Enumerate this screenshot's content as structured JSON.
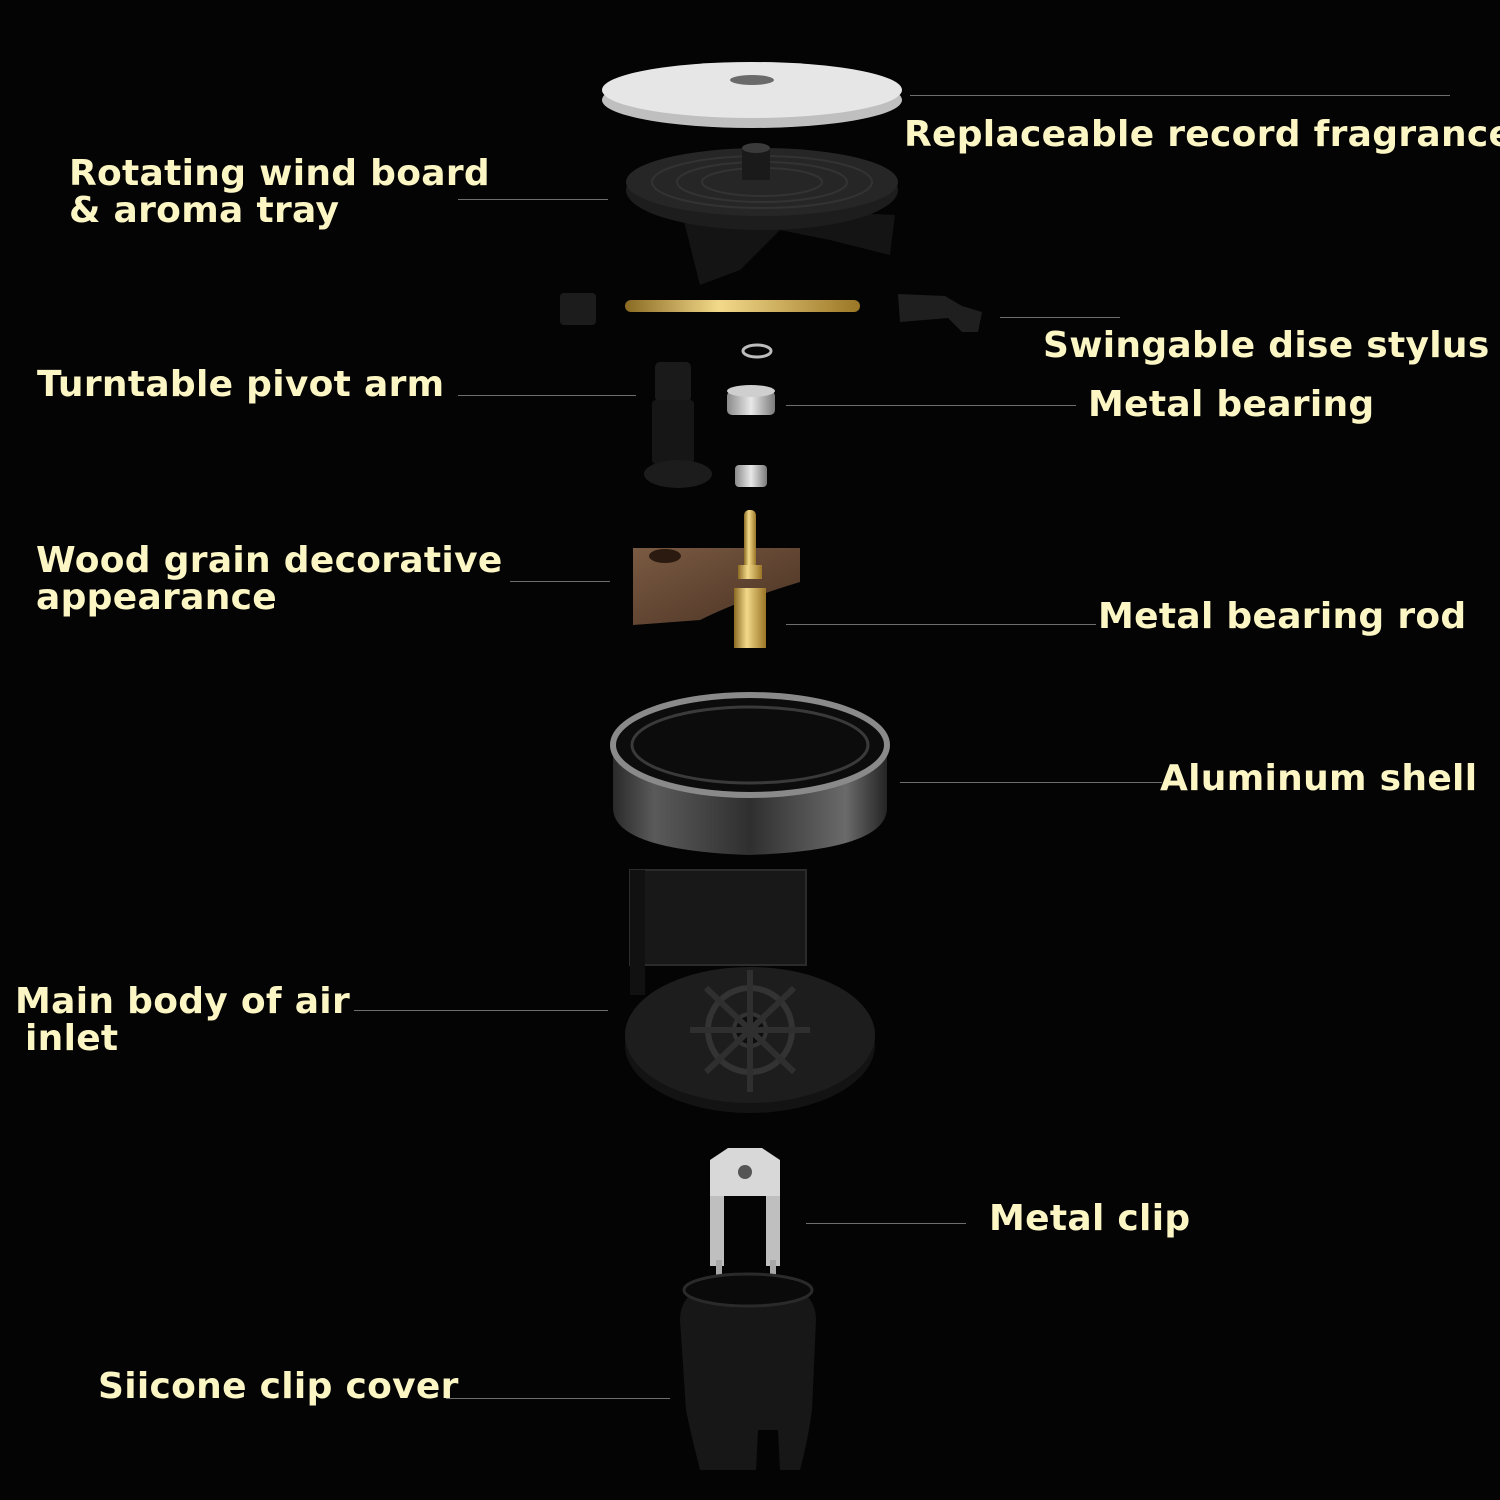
{
  "colors": {
    "background": "#040404",
    "label_text": "#fbf6c4",
    "leader_line": "#6e6e6e",
    "brass": "#c9a24a",
    "wood": "#6a4a35"
  },
  "parts": {
    "record": {
      "label": "Replaceable record fragrance",
      "icon": "fragrance-disc-icon"
    },
    "wind_board": {
      "label_line1": "Rotating wind board",
      "label_line2": "& aroma tray",
      "icon": "wind-board-icon"
    },
    "stylus": {
      "label": "Swingable dise stylus",
      "icon": "stylus-arm-icon"
    },
    "pivot_arm": {
      "label": "Turntable pivot arm",
      "icon": "pivot-arm-icon"
    },
    "bearing": {
      "label": "Metal bearing",
      "icon": "metal-bearing-icon"
    },
    "wood": {
      "label_line1": "Wood grain decorative",
      "label_line2": "appearance",
      "icon": "wood-grain-piece-icon"
    },
    "bearing_rod": {
      "label": "Metal bearing rod",
      "icon": "bearing-rod-icon"
    },
    "shell": {
      "label": "Aluminum shell",
      "icon": "aluminum-ring-icon"
    },
    "air_inlet": {
      "label_line1": "Main body of air",
      "label_line2": "inlet",
      "icon": "air-inlet-body-icon"
    },
    "metal_clip": {
      "label": "Metal clip",
      "icon": "metal-clip-icon"
    },
    "clip_cover": {
      "label": "Siicone clip cover",
      "icon": "silicone-cover-icon"
    }
  }
}
